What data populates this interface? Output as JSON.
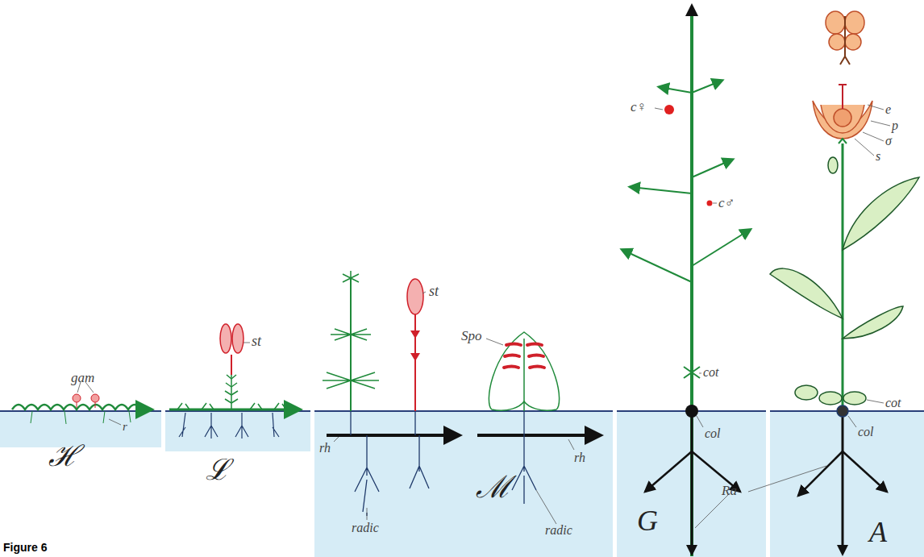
{
  "diagram": {
    "caption": "Figure 6",
    "labels": [
      "gam",
      "r",
      "ℋ",
      "st",
      "ℒ",
      "st",
      "Spo",
      "rh",
      "radic",
      "ℳ",
      "rh",
      "radic",
      "c♀",
      "c♂",
      "cot",
      "col",
      "G",
      "Ra",
      "e",
      "p",
      "σ",
      "s",
      "cot",
      "col",
      "A"
    ]
  }
}
